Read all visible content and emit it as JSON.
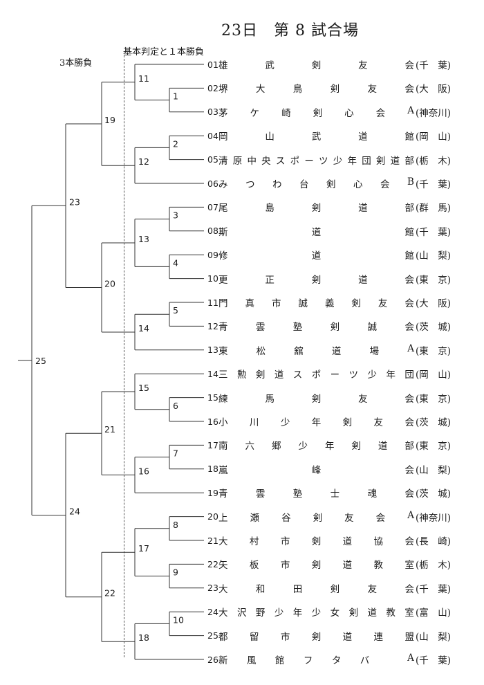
{
  "title": "23日　第 8 試合場",
  "labels": {
    "three_match": "3本勝負",
    "basic": "基本判定と１本勝負"
  },
  "teams": [
    {
      "num": "01",
      "name": "雄武剣友会",
      "pref": "(千　葉)"
    },
    {
      "num": "02",
      "name": "堺大鳥剣友会",
      "pref": "(大　阪)"
    },
    {
      "num": "03",
      "name": "茅ケ崎剣心会A",
      "pref": "(神奈川)"
    },
    {
      "num": "04",
      "name": "岡山武道館",
      "pref": "(岡　山)"
    },
    {
      "num": "05",
      "name": "清原中央スポーツ少年団剣道部",
      "pref": "(栃　木)"
    },
    {
      "num": "06",
      "name": "みつわ台剣心会B",
      "pref": "(千　葉)"
    },
    {
      "num": "07",
      "name": "尾島剣道部",
      "pref": "(群　馬)"
    },
    {
      "num": "08",
      "name": "斯道館",
      "pref": "(千　葉)"
    },
    {
      "num": "09",
      "name": "修道館",
      "pref": "(山　梨)"
    },
    {
      "num": "10",
      "name": "更正剣道会",
      "pref": "(東　京)"
    },
    {
      "num": "11",
      "name": "門真市誠義剣友会",
      "pref": "(大　阪)"
    },
    {
      "num": "12",
      "name": "青雲塾剣誠会",
      "pref": "(茨　城)"
    },
    {
      "num": "13",
      "name": "東松舘道場A",
      "pref": "(東　京)"
    },
    {
      "num": "14",
      "name": "三勲剣道スポーツ少年団",
      "pref": "(岡　山)"
    },
    {
      "num": "15",
      "name": "練馬剣友会",
      "pref": "(東　京)"
    },
    {
      "num": "16",
      "name": "小川少年剣友会",
      "pref": "(茨　城)"
    },
    {
      "num": "17",
      "name": "南六郷少年剣道部",
      "pref": "(東　京)"
    },
    {
      "num": "18",
      "name": "嵐峰会",
      "pref": "(山　梨)"
    },
    {
      "num": "19",
      "name": "青雲塾士魂会",
      "pref": "(茨　城)"
    },
    {
      "num": "20",
      "name": "上瀬谷剣友会A",
      "pref": "(神奈川)"
    },
    {
      "num": "21",
      "name": "大村市剣道協会",
      "pref": "(長　崎)"
    },
    {
      "num": "22",
      "name": "矢板市剣道教室",
      "pref": "(栃　木)"
    },
    {
      "num": "23",
      "name": "大和田剣友会",
      "pref": "(千　葉)"
    },
    {
      "num": "24",
      "name": "大沢野少年少女剣道教室",
      "pref": "(富　山)"
    },
    {
      "num": "25",
      "name": "都留市剣道連盟",
      "pref": "(山　梨)"
    },
    {
      "num": "26",
      "name": "新風館フタバ A",
      "pref": "(千　葉)"
    }
  ],
  "match_numbers": [
    "1",
    "2",
    "3",
    "4",
    "5",
    "6",
    "7",
    "8",
    "9",
    "10",
    "11",
    "12",
    "13",
    "14",
    "15",
    "16",
    "17",
    "18",
    "19",
    "20",
    "21",
    "22",
    "23",
    "24",
    "25"
  ]
}
